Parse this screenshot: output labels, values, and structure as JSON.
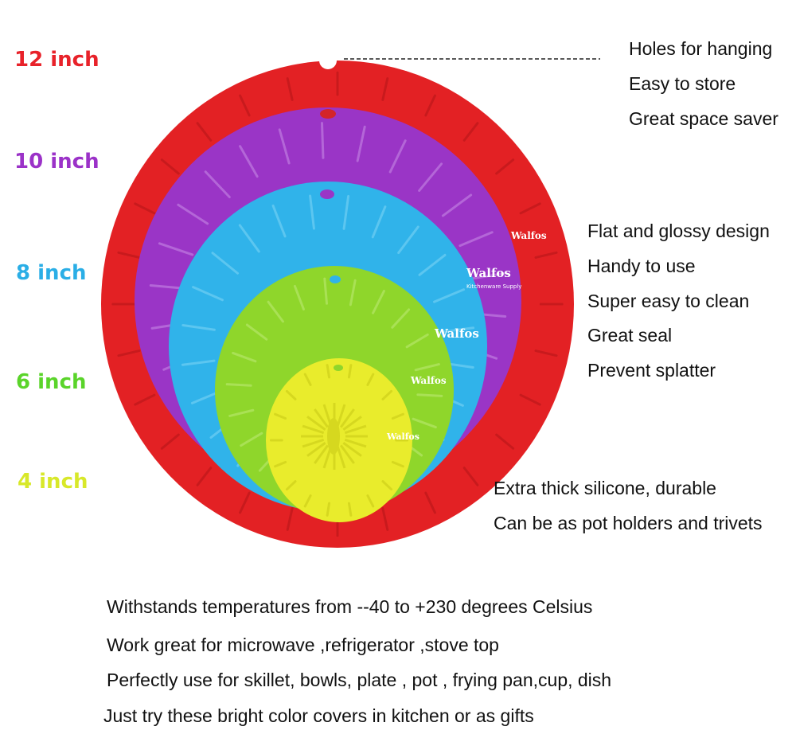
{
  "sizes": [
    {
      "label": "12 inch",
      "color": "#e8222a"
    },
    {
      "label": "10 inch",
      "color": "#9b32c8"
    },
    {
      "label": "8 inch",
      "color": "#2aaee6"
    },
    {
      "label": "6 inch",
      "color": "#5ad42a"
    },
    {
      "label": "4 inch",
      "color": "#d8e82a"
    }
  ],
  "lid_colors": {
    "red": "#e32124",
    "purple": "#9a35c6",
    "blue": "#30b3ea",
    "green": "#8fd62b",
    "yellow": "#e9ec2c"
  },
  "brand": {
    "name": "Walfos",
    "tagline": "Kitchenware Supply"
  },
  "features_top": [
    "Holes for hanging",
    "Easy to store",
    "Great space saver"
  ],
  "features_mid": [
    "Flat and glossy design",
    "Handy to use",
    "Super easy to clean",
    "Great seal",
    "Prevent splatter"
  ],
  "features_low": [
    "Extra thick silicone, durable",
    "Can be as pot holders and trivets"
  ],
  "bottom_lines": [
    "Withstands temperatures from --40 to +230 degrees Celsius",
    "Work great for microwave ,refrigerator ,stove top",
    "Perfectly use for skillet, bowls, plate , pot , frying pan,cup, dish",
    "Just try these bright color covers in kitchen or  as gifts"
  ]
}
